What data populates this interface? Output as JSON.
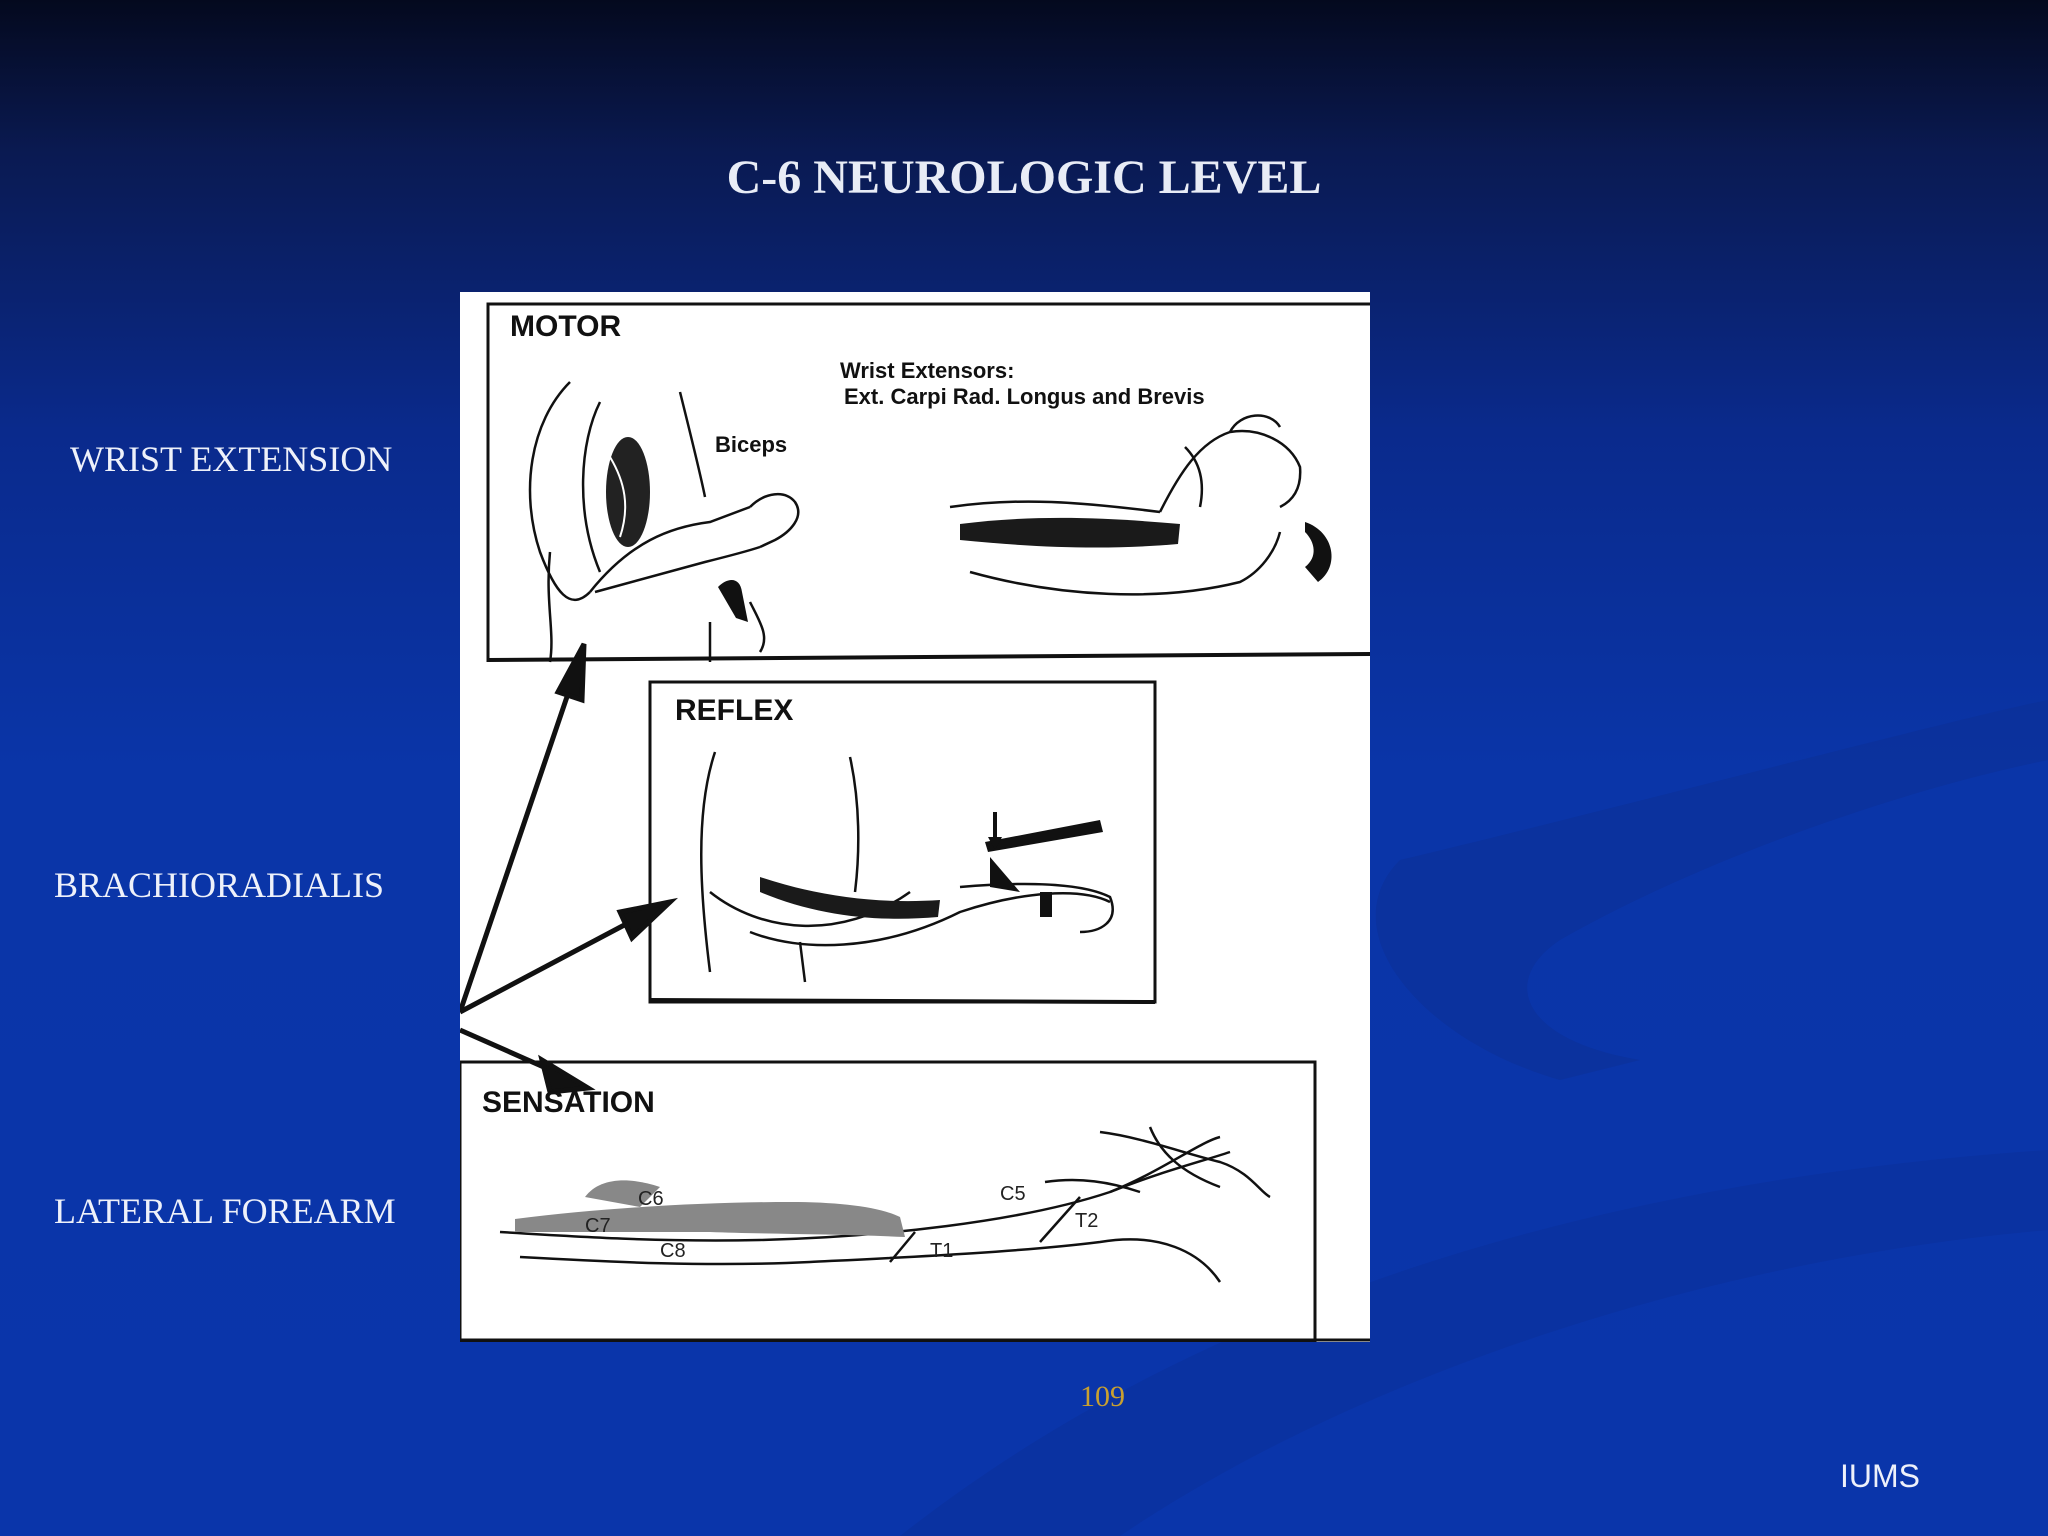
{
  "slide": {
    "title": "C-6 NEUROLOGIC LEVEL",
    "page_number": "109",
    "footer": "IUMS"
  },
  "labels": {
    "wrist_extension": "WRIST EXTENSION",
    "brachioradialis": "BRACHIORADIALIS",
    "lateral_forearm": "LATERAL FOREARM"
  },
  "diagram": {
    "motor": {
      "heading": "MOTOR",
      "wrist_extensors_line1": "Wrist Extensors:",
      "wrist_extensors_line2": "Ext. Carpi Rad. Longus and Brevis",
      "biceps": "Biceps"
    },
    "reflex": {
      "heading": "REFLEX"
    },
    "sensation": {
      "heading": "SENSATION",
      "dermatomes": [
        "C6",
        "C7",
        "C8",
        "C5",
        "T1",
        "T2"
      ]
    }
  },
  "colors": {
    "title": "#e8ecf6",
    "page_number": "#c8a030",
    "background_top": "#04091e",
    "background_main": "#0a35a8"
  }
}
